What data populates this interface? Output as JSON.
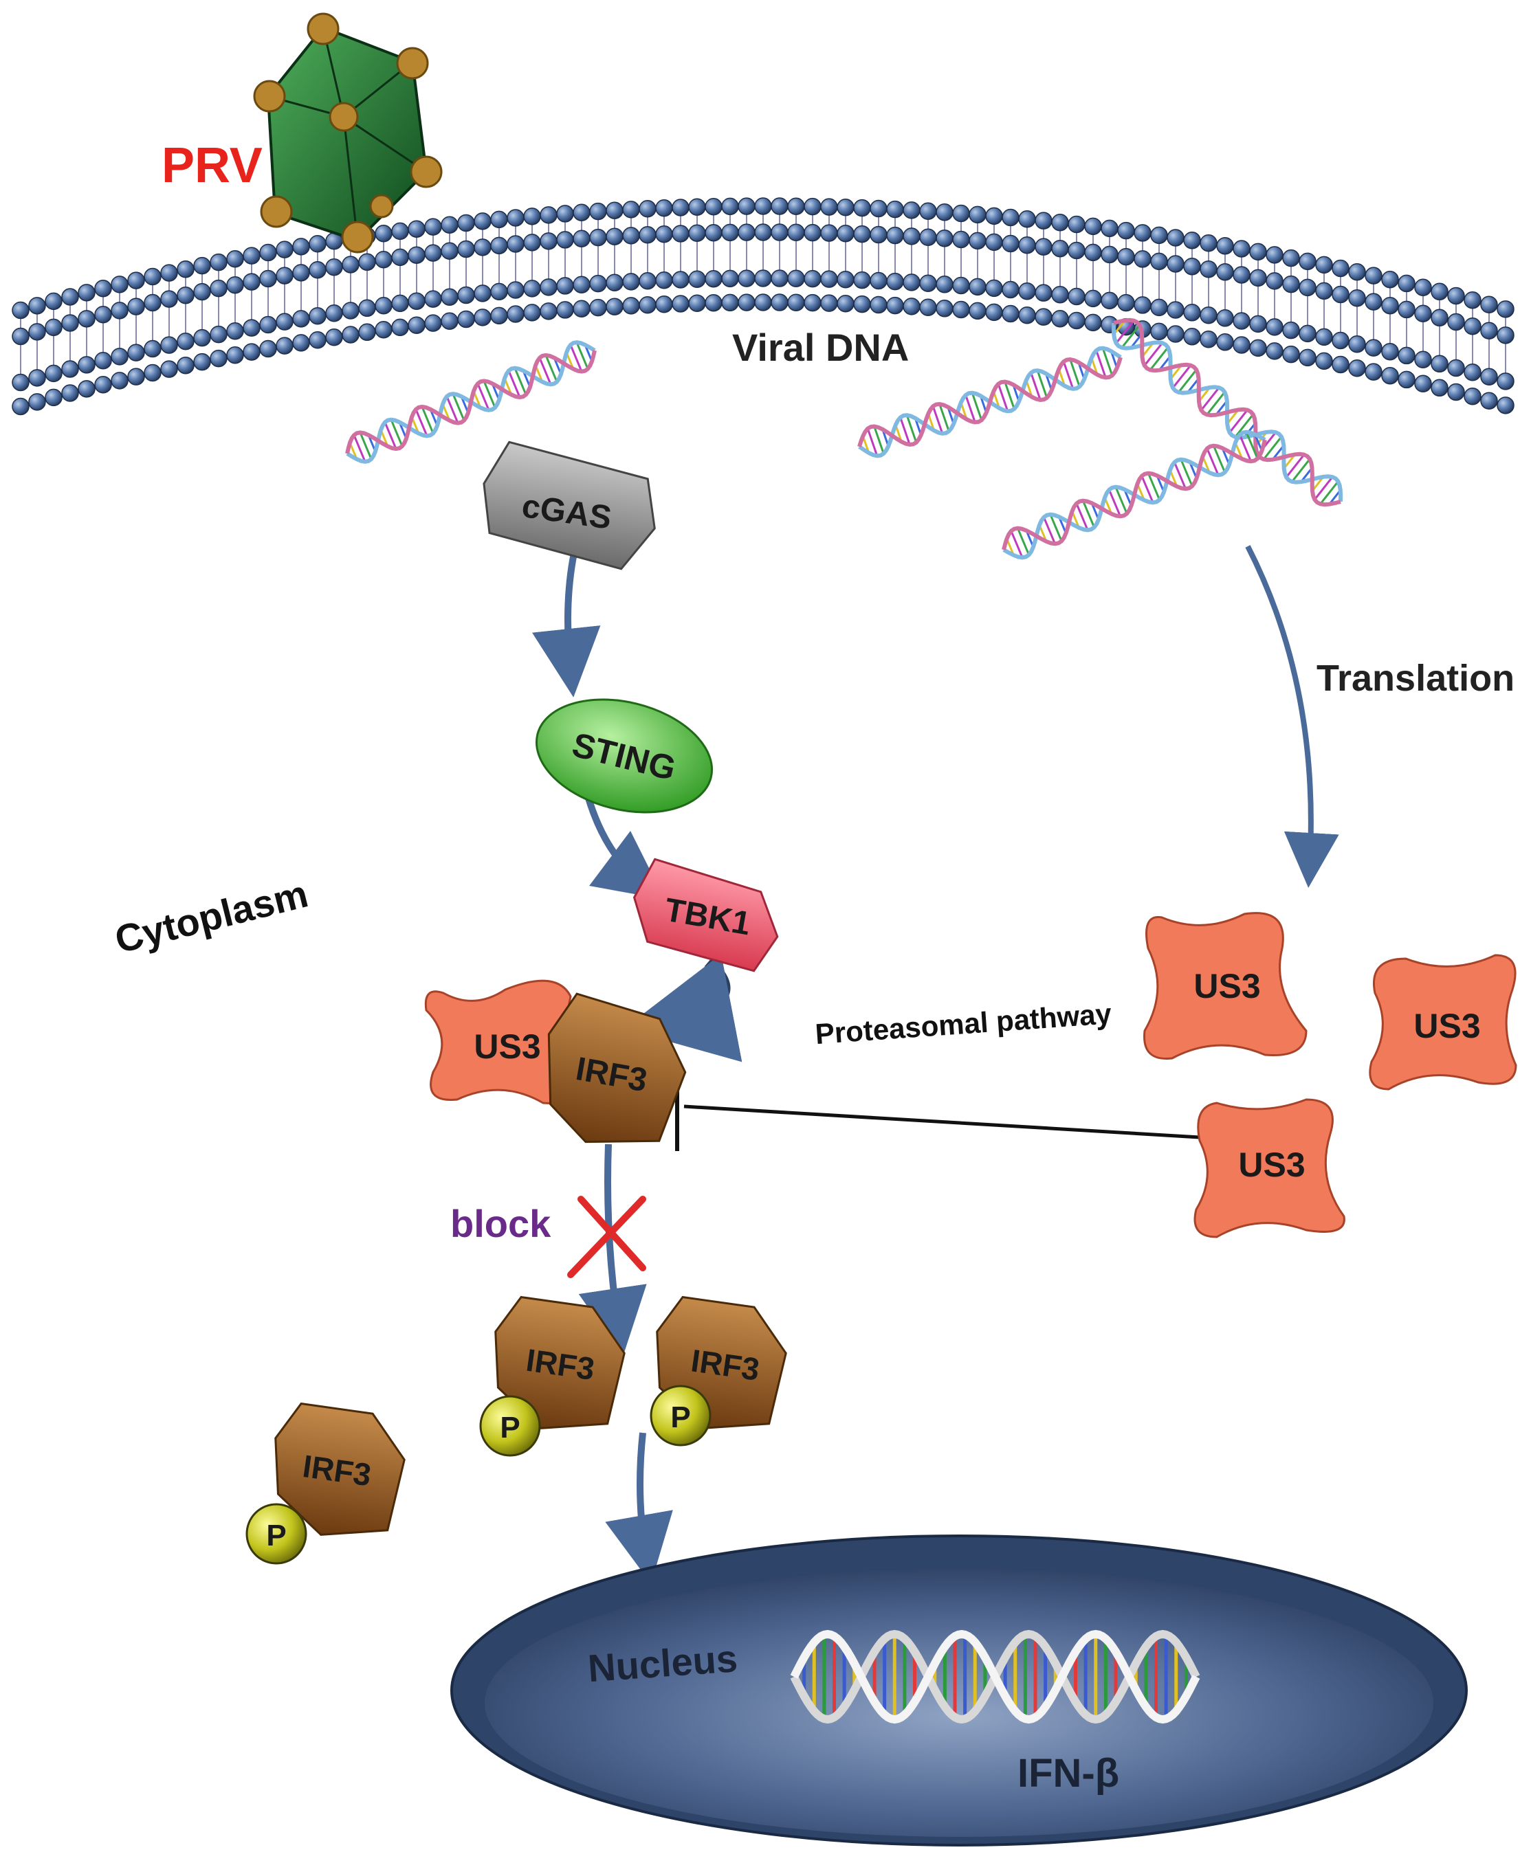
{
  "labels": {
    "virus": "PRV",
    "viral_dna": "Viral DNA",
    "cgas": "cGAS",
    "sting": "STING",
    "tbk1": "TBK1",
    "cytoplasm": "Cytoplasm",
    "us3": "US3",
    "irf3": "IRF3",
    "translation": "Translation",
    "proteasomal": "Proteasomal pathway",
    "block": "block",
    "phospho": "P",
    "nucleus": "Nucleus",
    "ifn": "IFN-β"
  },
  "colors": {
    "virus_label": "#e8231c",
    "block_label": "#6a2a8a",
    "membrane_bead": "#3f5f8f",
    "cgas": "#8a8a8a",
    "sting": "#4fbf3a",
    "tbk1": "#ee5a6a",
    "us3": "#f07a5a",
    "irf3": "#9a5a1e",
    "phospho": "#c8c81e",
    "nucleus": "#3a5478",
    "arrow": "#4a6a9a",
    "block_x": "#e02a2a"
  }
}
